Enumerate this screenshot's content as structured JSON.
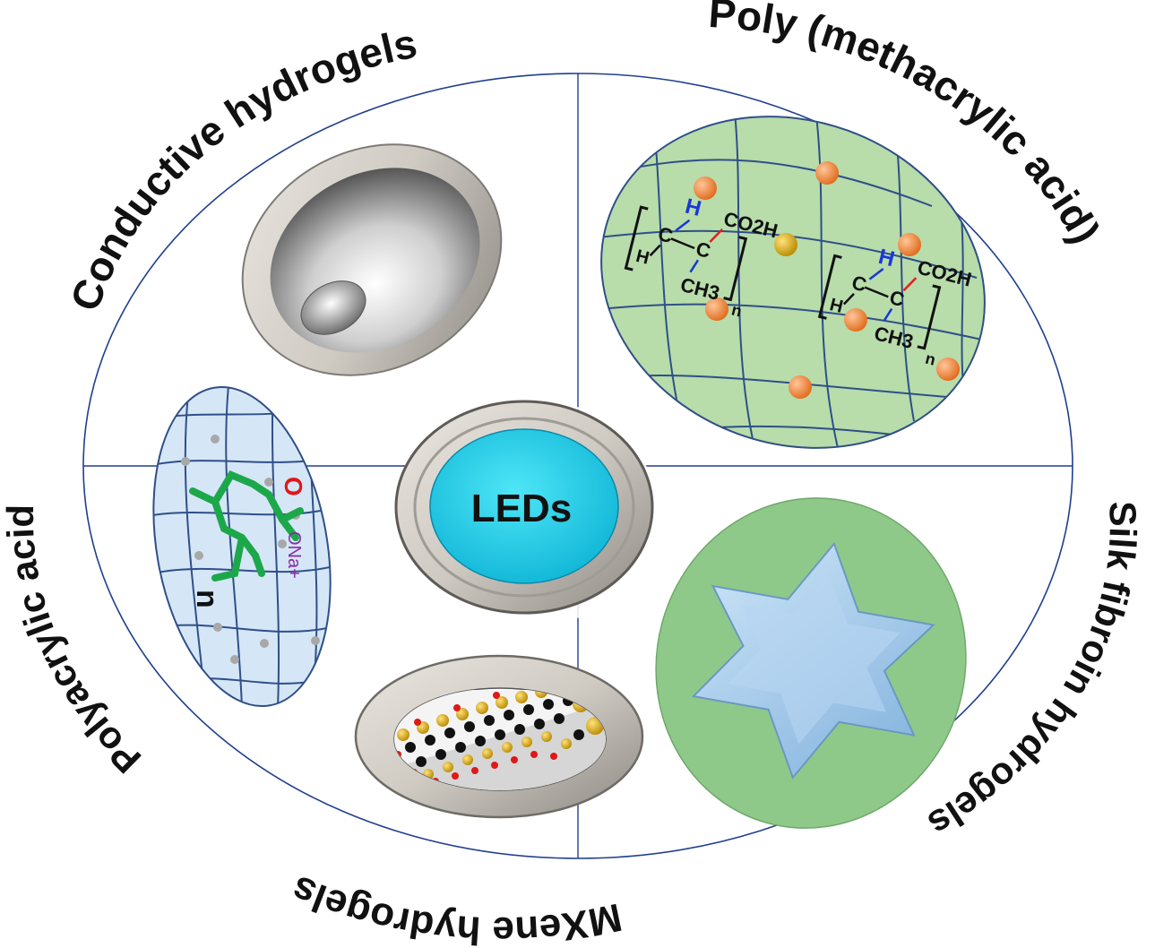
{
  "diagram": {
    "labels": {
      "top_left": "Conductive hydrogels",
      "top_right": "Poly (methacrylic acid)",
      "left": "Polyacrylic acid",
      "right": "Silk fibroin hydrogels",
      "bottom": "MXene hydrogels",
      "center": "LEDs"
    },
    "chem_pma_1": {
      "h": "H",
      "co2h": "CO2H",
      "c": "C",
      "ch3": "CH3",
      "n": "n"
    },
    "chem_pma_2": {
      "h": "H",
      "co2h": "CO2H",
      "c": "C",
      "ch3": "CH3",
      "n": "n"
    },
    "chem_paa": {
      "o": "O",
      "ona": "ONa+",
      "n": "n"
    },
    "colors": {
      "outline": "#1f3f8f",
      "led": "#1fd0ea",
      "green_panel": "#b8dcaa",
      "blue_panel": "#d5e6f7",
      "silk_circle": "#8fc98a",
      "star": "#9ec8ea",
      "dot": "#f08a3a",
      "green_chain": "#1ca84a",
      "text": "#111111"
    }
  }
}
